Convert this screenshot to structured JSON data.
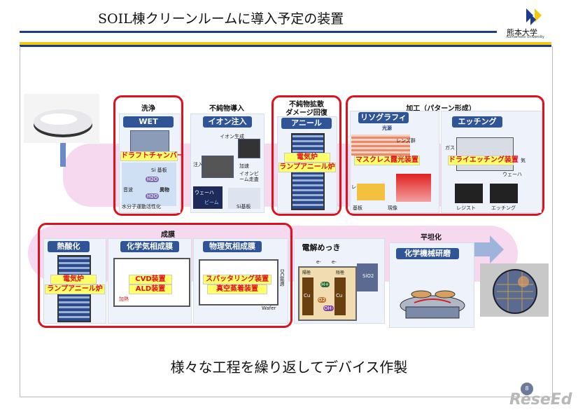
{
  "slide": {
    "title": "SOIL棟クリーンルームに導入予定の装置",
    "footer": "様々な工程を繰り返してデバイス作製",
    "page_number": "8",
    "watermark": "ReseEd"
  },
  "university": {
    "name": "熊本大学",
    "sub": "Kumamoto University"
  },
  "top_row": {
    "wash": {
      "header": "洗浄",
      "tag": "WET",
      "device": "ドラフトチャンバー",
      "labels": [
        "Si 基板",
        "音波",
        "H2O",
        "H2O",
        "異物",
        "水分子運動活性化"
      ]
    },
    "implant": {
      "header": "不純物導入",
      "tag": "イオン注入",
      "labels": [
        "イオン生成",
        "注入",
        "加速",
        "イオンビーム走査",
        "ウェーハ",
        "ビーム",
        "Si基板"
      ]
    },
    "anneal": {
      "header1": "不純物拡散",
      "header2": "ダメージ回復",
      "tag": "アニール",
      "device1": "電気炉",
      "device2": "ランプアニール炉"
    },
    "process": {
      "header": "加工（パターン形成）",
      "litho_tag": "リソグラフィ",
      "etch_tag": "エッチング",
      "litho_device": "マスクレス露光装置",
      "etch_device": "ドライエッチング装置",
      "labels": [
        "光源",
        "レンズ群",
        "レジスト",
        "基板",
        "現像",
        "ガス",
        "気",
        "ウェーハ",
        "レジスト",
        "エッチング"
      ]
    }
  },
  "bottom_row": {
    "film": {
      "header": "成膜",
      "thermal_tag": "熱酸化",
      "thermal_device1": "電気炉",
      "thermal_device2": "ランプアニール炉",
      "cvd_tag": "化学気相成膜",
      "cvd_device1": "CVD装置",
      "cvd_device2": "ALD装置",
      "cvd_heater": "加熱",
      "pvd_tag": "物理気相成膜",
      "pvd_device1": "スパッタリング装置",
      "pvd_device2": "真空蒸着装置",
      "pvd_wafer": "Wafer",
      "pvd_dc": "DC電源"
    },
    "plating": {
      "tag": "電解めっき",
      "labels": [
        "e-",
        "e-",
        "陽極",
        "陰極",
        "Cu",
        "Cu",
        "H+",
        "O2",
        "OH-",
        "SiO2"
      ]
    },
    "planarize": {
      "header": "平坦化",
      "tag": "化学機械研磨"
    }
  },
  "colors": {
    "accent_red": "#e0101e",
    "navy": "#1e3a8a",
    "tag_blue": "#2f5597",
    "gold": "#f2c811",
    "highlight_yellow": "#ffff66"
  }
}
